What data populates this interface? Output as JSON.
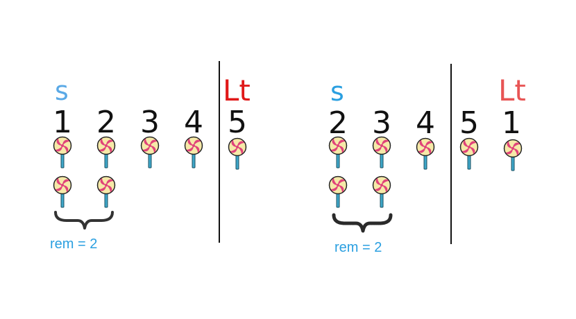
{
  "colors": {
    "s_left": "#5aa9e6",
    "s_right": "#2a9fe0",
    "lt_left": "#e01818",
    "lt_right": "#e85555",
    "rem": "#2a9fe0",
    "candy_pink": "#e0437a",
    "candy_cream": "#f6e9a8",
    "stick": "#3fa7c9"
  },
  "panels": [
    {
      "s_label": "s",
      "lt_label": "Lt",
      "numbers": [
        "1",
        "2",
        "3",
        "4",
        "5"
      ],
      "remainder_label": "rem = 2"
    },
    {
      "s_label": "s",
      "lt_label": "Lt",
      "numbers": [
        "2",
        "3",
        "4",
        "5",
        "1"
      ],
      "remainder_label": "rem = 2"
    }
  ]
}
